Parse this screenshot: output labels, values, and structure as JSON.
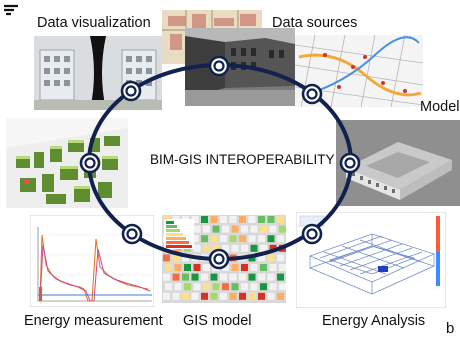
{
  "center_title": "BIM-GIS INTEROPERABILITY",
  "corner_letter": "b",
  "colors": {
    "ring": "#13214f",
    "node_fill": "#ffffff"
  },
  "labels": {
    "data_visualization": "Data visualization",
    "data_sources": "Data sources",
    "model": "Model",
    "energy_measurement": "Energy measurement",
    "gis_model": "GIS model",
    "energy_analysis": "Energy Analysis"
  },
  "gis_legend_colors": [
    "#1a9641",
    "#66bd63",
    "#a6d96a",
    "#fee08b",
    "#fdae61",
    "#f46d43",
    "#d73027"
  ]
}
